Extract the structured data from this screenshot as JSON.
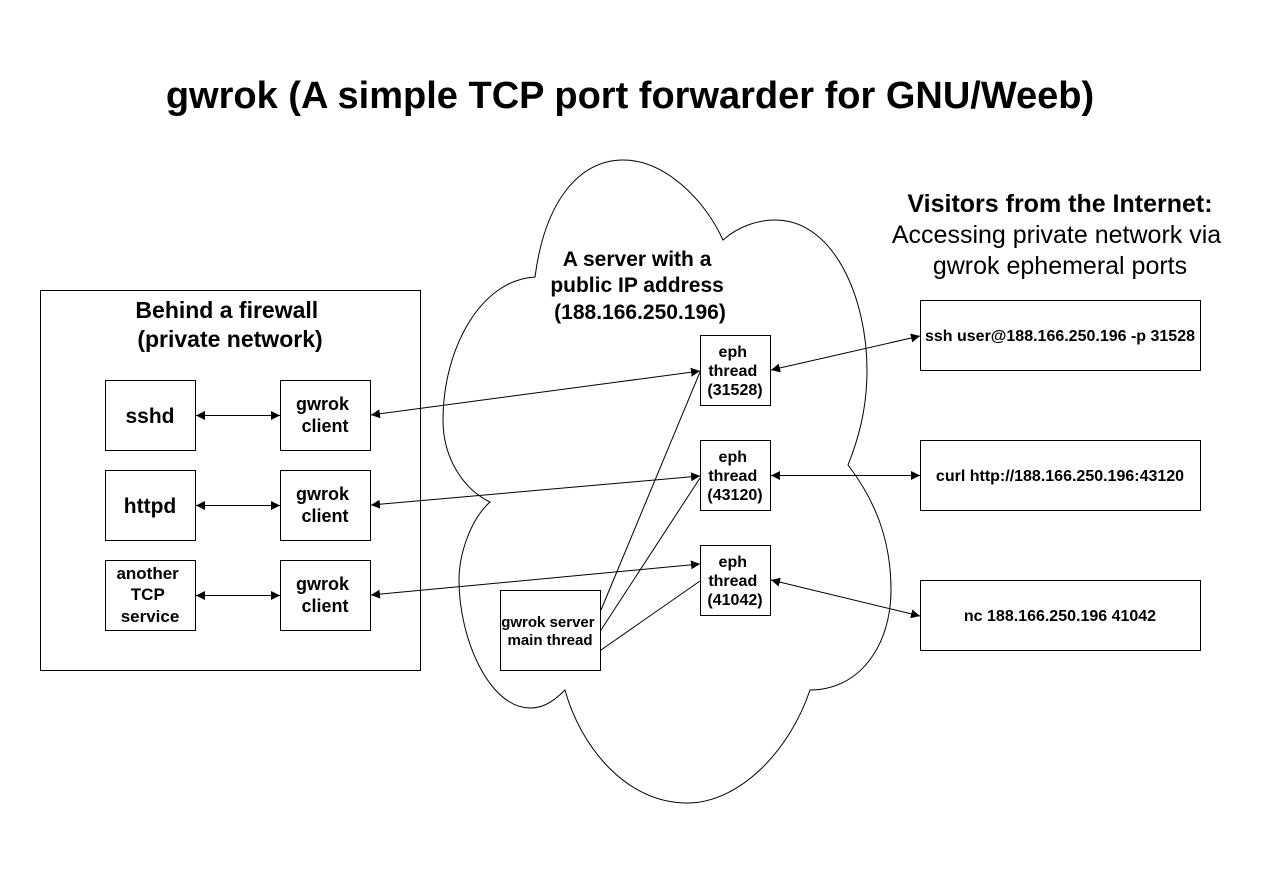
{
  "title": "gwrok (A simple TCP port forwarder for GNU/Weeb)",
  "firewall": {
    "label_line1": "Behind a firewall",
    "label_line2": "(private network)"
  },
  "services": [
    {
      "lines": [
        "sshd"
      ]
    },
    {
      "lines": [
        "httpd"
      ]
    },
    {
      "lines": [
        "another",
        "TCP",
        "service"
      ]
    }
  ],
  "clients": [
    {
      "lines": [
        "gwrok",
        "client"
      ]
    },
    {
      "lines": [
        "gwrok",
        "client"
      ]
    },
    {
      "lines": [
        "gwrok",
        "client"
      ]
    }
  ],
  "server": {
    "label_lines": [
      "A server with a",
      "public IP address",
      "(188.166.250.196)"
    ],
    "main_thread_lines": [
      "gwrok server",
      "main thread"
    ],
    "eph_threads": [
      {
        "lines": [
          "eph",
          "thread",
          "(31528)"
        ]
      },
      {
        "lines": [
          "eph",
          "thread",
          "(43120)"
        ]
      },
      {
        "lines": [
          "eph",
          "thread",
          "(41042)"
        ]
      }
    ]
  },
  "visitors": {
    "heading": "Visitors from the Internet:",
    "sub_line1": "Accessing private network via",
    "sub_line2": "gwrok ephemeral ports",
    "commands": [
      "ssh user@188.166.250.196 -p 31528",
      "curl http://188.166.250.196:43120",
      "nc 188.166.250.196 41042"
    ]
  }
}
